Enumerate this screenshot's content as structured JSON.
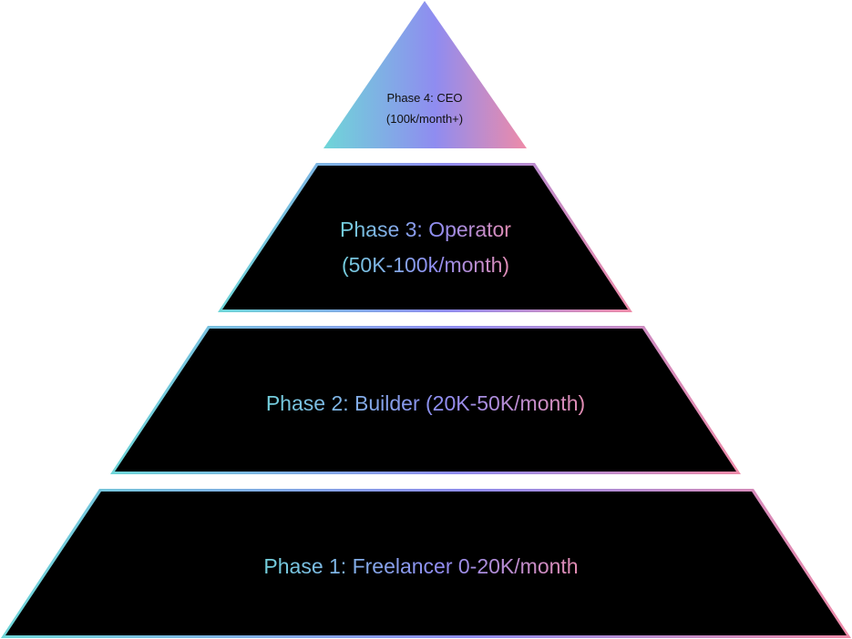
{
  "diagram": {
    "tiers": [
      {
        "id": "phase-4",
        "lines": [
          "Phase 4: CEO",
          "(100k/month+)"
        ]
      },
      {
        "id": "phase-3",
        "lines": [
          "Phase 3: Operator",
          "(50K-100k/month)"
        ]
      },
      {
        "id": "phase-2",
        "lines": [
          "Phase 2: Builder (20K-50K/month)"
        ]
      },
      {
        "id": "phase-1",
        "lines": [
          "Phase 1: Freelancer 0-20K/month"
        ]
      }
    ],
    "colors": {
      "gradient_start": "#6fd6d8",
      "gradient_mid": "#8f8cf0",
      "gradient_end": "#ee8ba8",
      "tier_fill": "#000000",
      "apex_text": "#111111"
    }
  }
}
